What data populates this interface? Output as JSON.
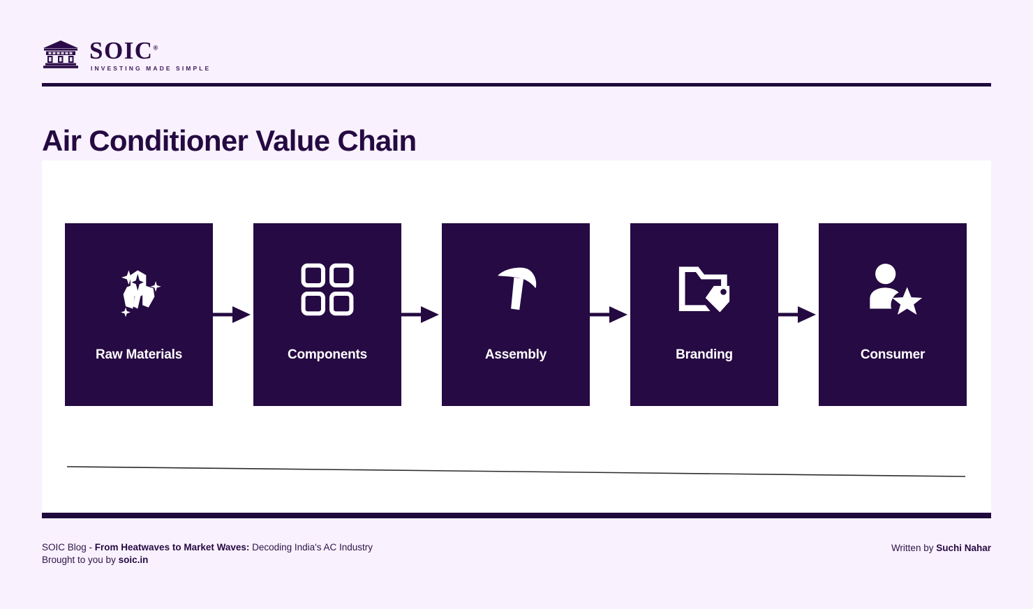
{
  "brand": {
    "logo_icon": "bank-building-icon",
    "name": "SOIC",
    "registered_mark": "®",
    "tagline": "INVESTING MADE SIMPLE"
  },
  "header": {
    "title": "Air Conditioner Value Chain"
  },
  "colors": {
    "page_background": "#f9f1fd",
    "card_background": "#ffffff",
    "brand_dark": "#250a42",
    "stage_box": "#260a43",
    "stage_label": "#ffffff",
    "rule": "#200a3c"
  },
  "chain": {
    "arrow_icon": "arrow-right-icon",
    "stages": [
      {
        "label": "Raw Materials",
        "icon": "crystals-icon"
      },
      {
        "label": "Components",
        "icon": "grid-squares-icon"
      },
      {
        "label": "Assembly",
        "icon": "hammer-icon"
      },
      {
        "label": "Branding",
        "icon": "folder-tag-icon"
      },
      {
        "label": "Consumer",
        "icon": "person-star-icon"
      }
    ]
  },
  "footer": {
    "line1_prefix": "SOIC Blog - ",
    "line1_bold": "From Heatwaves to Market Waves:",
    "line1_suffix": " Decoding India's AC Industry",
    "line2_prefix": "Brought to you by ",
    "line2_bold": "soic.in",
    "author_prefix": "Written by ",
    "author_name": "Suchi Nahar"
  }
}
